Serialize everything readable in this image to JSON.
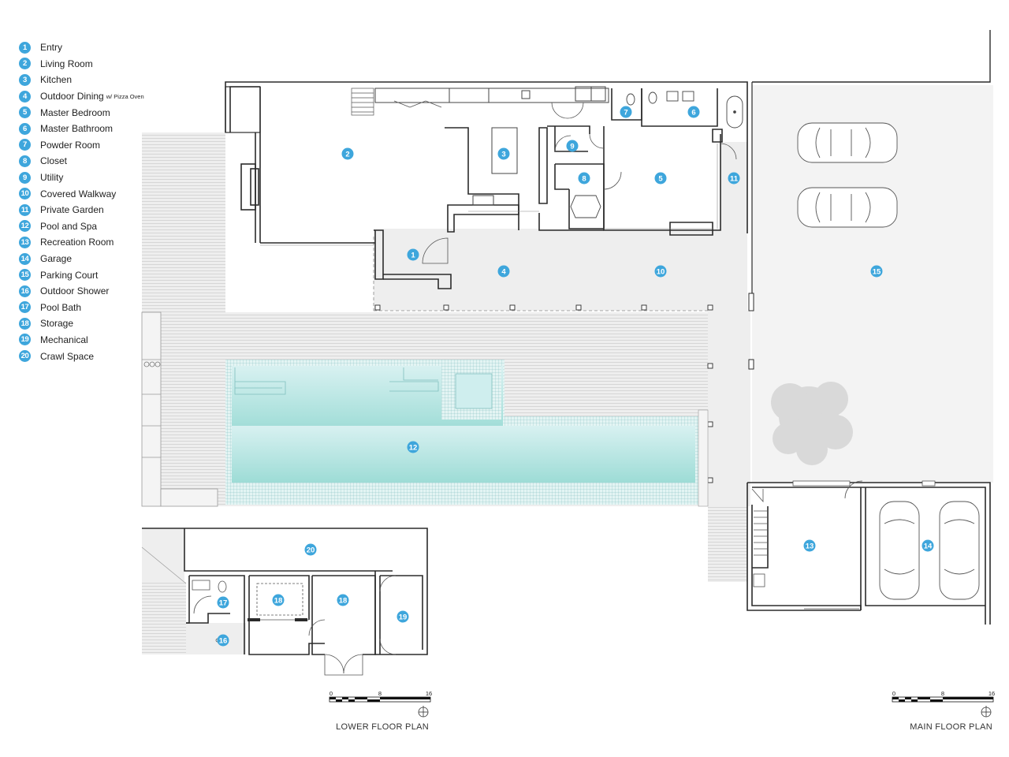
{
  "legend": [
    {
      "number": "1",
      "label": "Entry"
    },
    {
      "number": "2",
      "label": "Living Room"
    },
    {
      "number": "3",
      "label": "Kitchen"
    },
    {
      "number": "4",
      "label": "Outdoor Dining",
      "note": "w/ Pizza Oven"
    },
    {
      "number": "5",
      "label": "Master Bedroom"
    },
    {
      "number": "6",
      "label": "Master Bathroom"
    },
    {
      "number": "7",
      "label": "Powder Room"
    },
    {
      "number": "8",
      "label": "Closet"
    },
    {
      "number": "9",
      "label": "Utility"
    },
    {
      "number": "10",
      "label": "Covered Walkway"
    },
    {
      "number": "11",
      "label": "Private Garden"
    },
    {
      "number": "12",
      "label": "Pool and Spa"
    },
    {
      "number": "13",
      "label": "Recreation Room"
    },
    {
      "number": "14",
      "label": "Garage"
    },
    {
      "number": "15",
      "label": "Parking Court"
    },
    {
      "number": "16",
      "label": "Outdoor Shower"
    },
    {
      "number": "17",
      "label": "Pool Bath"
    },
    {
      "number": "18",
      "label": "Storage"
    },
    {
      "number": "19",
      "label": "Mechanical"
    },
    {
      "number": "20",
      "label": "Crawl Space"
    }
  ],
  "main_plan": {
    "caption": "MAIN FLOOR PLAN",
    "room_markers": [
      "1",
      "2",
      "3",
      "4",
      "5",
      "6",
      "7",
      "8",
      "9",
      "10",
      "11",
      "12",
      "13",
      "14",
      "15"
    ],
    "scale": {
      "ticks": [
        "0",
        "8",
        "16"
      ]
    }
  },
  "lower_plan": {
    "caption": "LOWER FLOOR PLAN",
    "room_markers": [
      "16",
      "17",
      "18",
      "18",
      "19",
      "20"
    ],
    "scale": {
      "ticks": [
        "0",
        "8",
        "16"
      ]
    }
  },
  "colors": {
    "marker": "#3ea6dc",
    "wall": "#2b2b2b",
    "deck": "#eeeeee",
    "court": "#f3f3f3",
    "pool_top": "#d8f1f1",
    "pool_bottom": "#9ddcd6",
    "tile": "#7fbfbd"
  }
}
